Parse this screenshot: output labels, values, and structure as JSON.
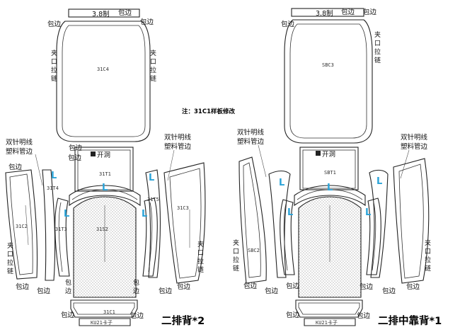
{
  "note": "注：31C1样板修改",
  "left": {
    "caption": "二排背*2",
    "top_width": "3.8制",
    "codes": {
      "top": "31C4",
      "center": "31T1",
      "side_left": "31C2",
      "side_right": "31C3",
      "left_narrow": "31T4",
      "right_narrow": "31T5",
      "seat": "31S2",
      "inner_left": "31T3",
      "bottom": "31C1",
      "bottom_strip": "KU21卡子"
    },
    "labels": {
      "baobian": "包边",
      "jiakou": "夹口拉链",
      "shuangzhen": "双针明线",
      "suliao": "塑料管边",
      "kaidong": "开洞",
      "L": "L"
    }
  },
  "right": {
    "caption": "二排中靠背*1",
    "top_width": "3.8制",
    "codes": {
      "top": "SBC3",
      "center": "SBT1",
      "side_left": "SBC2",
      "bottom_strip": "KU21卡子"
    },
    "labels": {
      "baobian": "包边",
      "jiakou": "夹口拉链",
      "shuangzhen": "双针明线",
      "suliao": "塑料管边",
      "kaidong": "开洞",
      "L": "L"
    }
  }
}
